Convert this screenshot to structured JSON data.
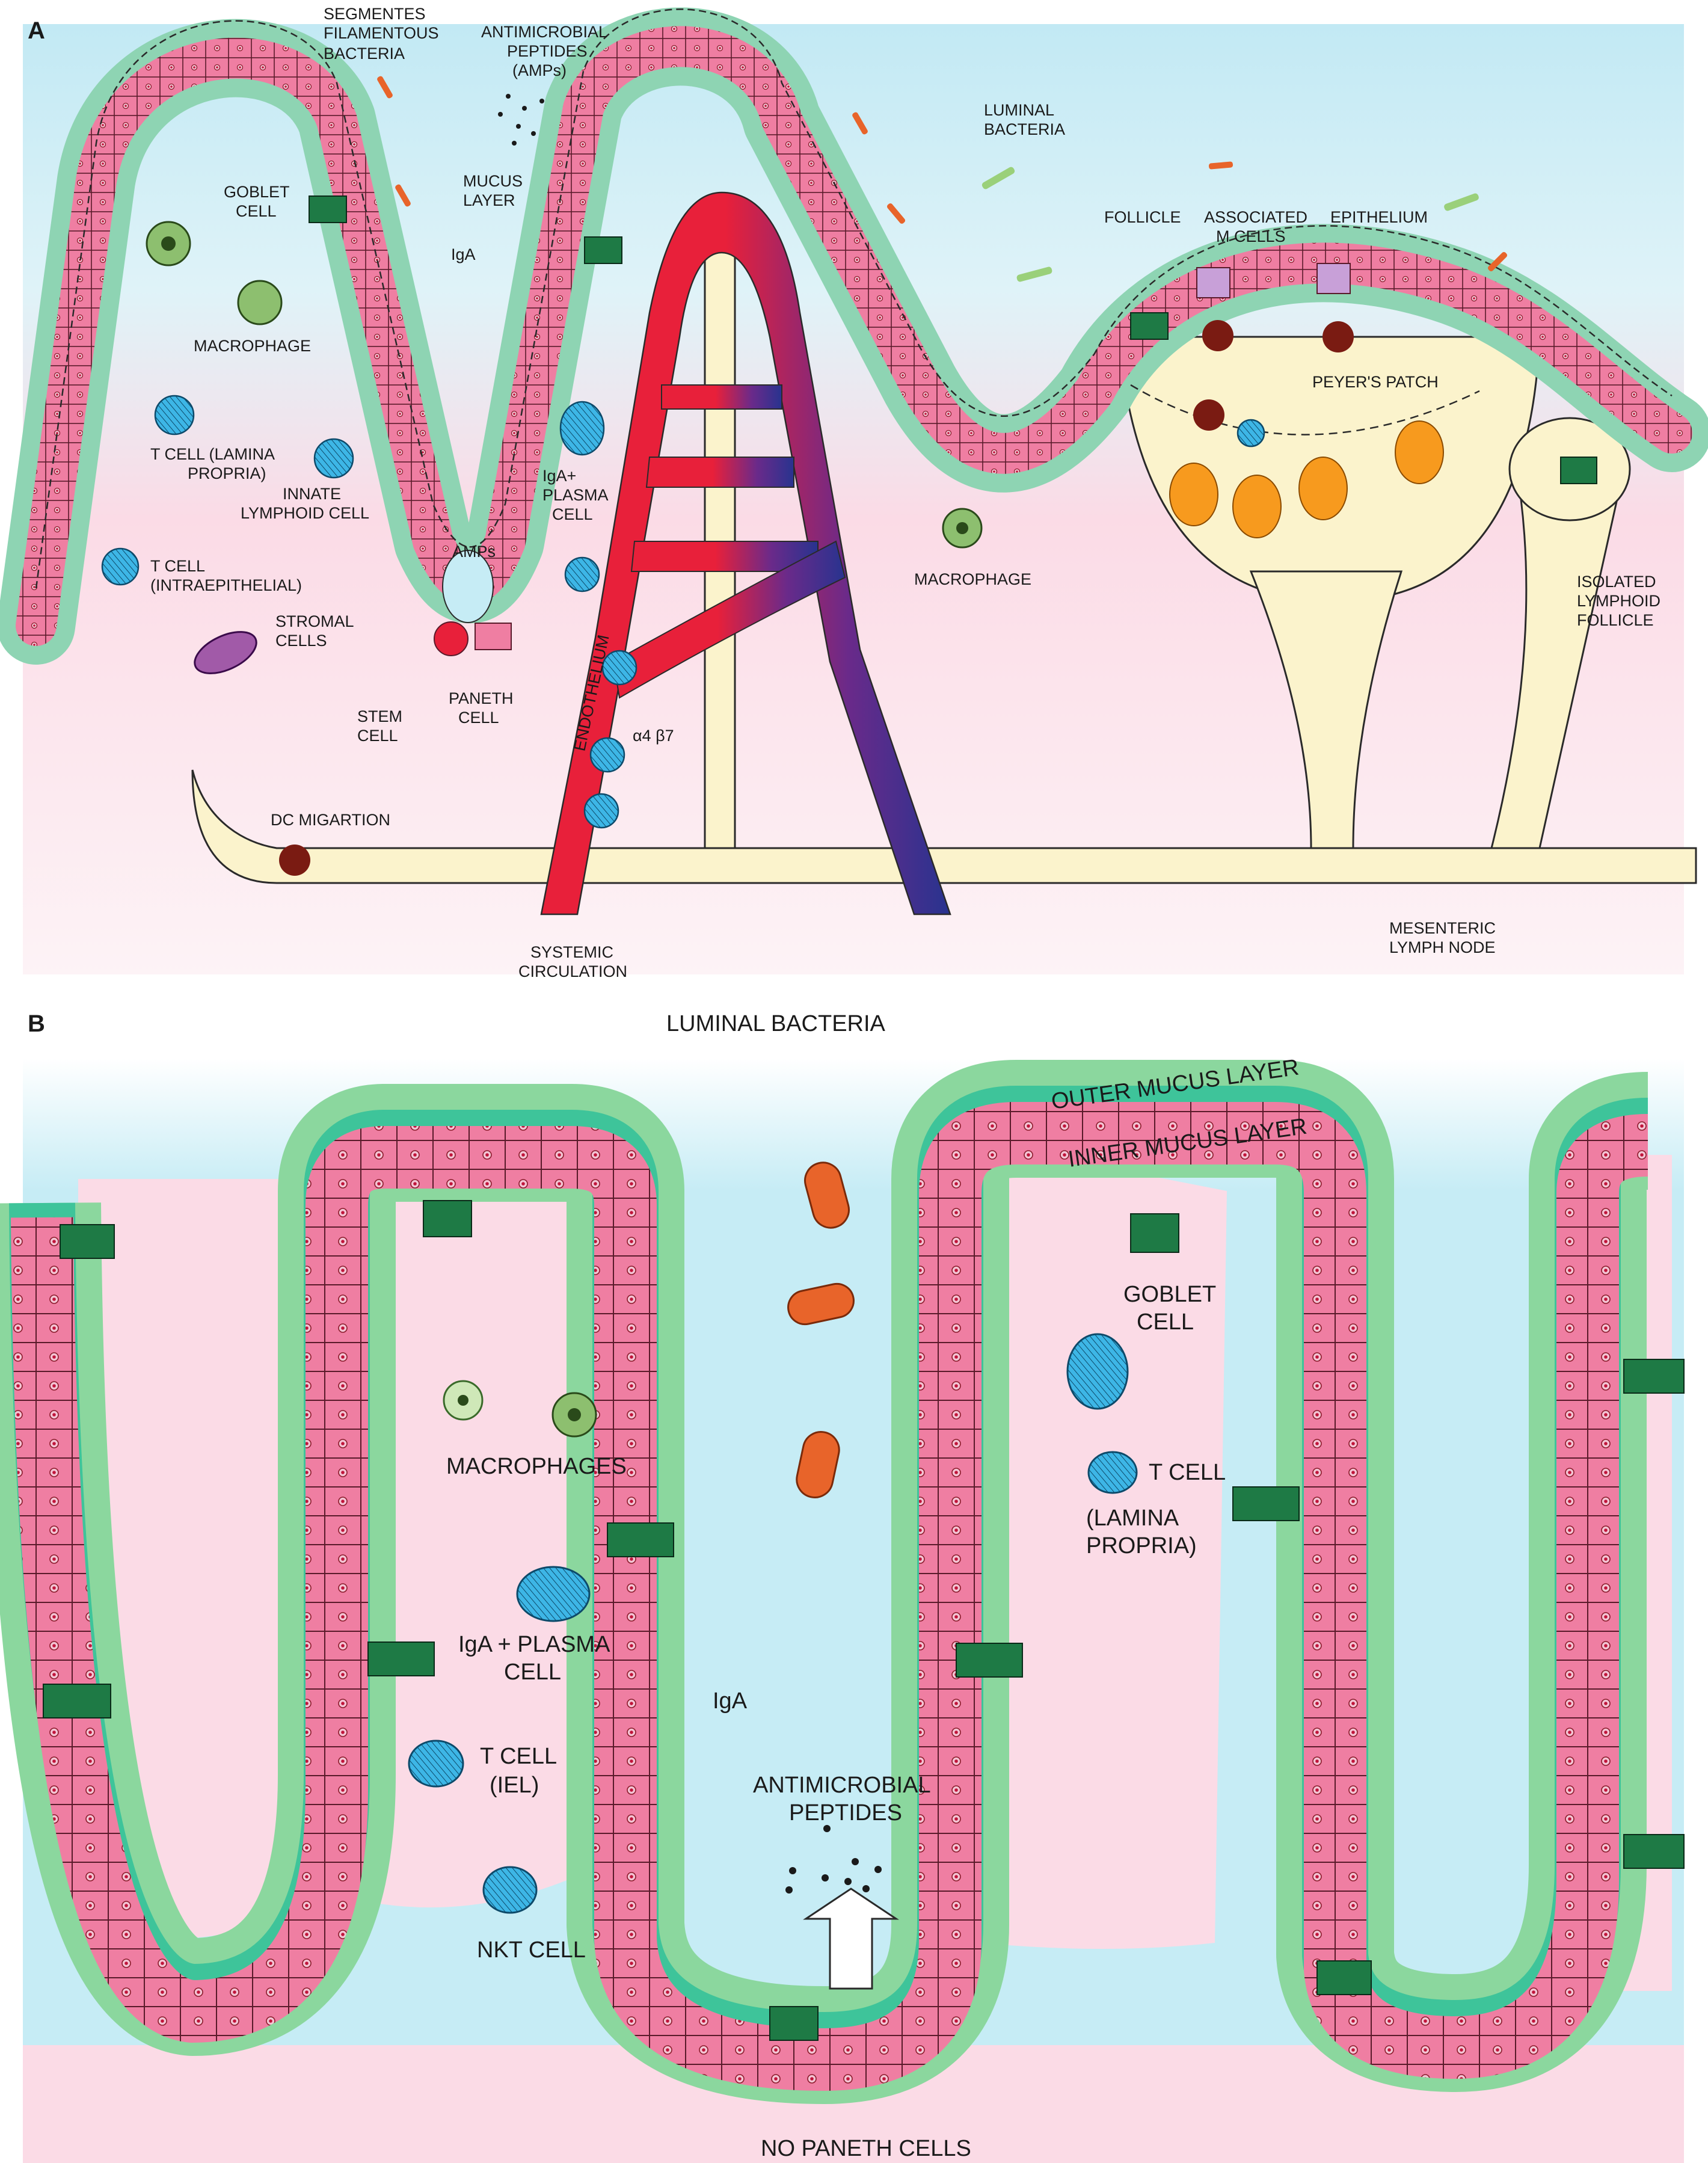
{
  "colors": {
    "lumen_blue": "#c6ecf5",
    "tissue_pink": "#fbdbe6",
    "mucus_green": "#8ed4b3",
    "inner_mucus_green": "#3ec49a",
    "outer_mucus_green": "#8bd79e",
    "enterocyte_pink": "#ef7ea2",
    "goblet_green": "#1e7a45",
    "lymph_yellow": "#fbf3cc",
    "follicle_orange": "#f79a1e",
    "artery_red": "#e8203a",
    "vein_blue": "#28338f",
    "immune_cell_blue": "#3db6e6",
    "dendritic_cell_brown": "#7a1b12",
    "macrophage_green": "#8dbf6f",
    "stromal_purple": "#a15aa8",
    "bacteria_orange": "#e8642a"
  },
  "panelA": {
    "letter": "A",
    "labels": {
      "sfb": [
        "SEGMENTES",
        "FILAMENTOUS",
        "BACTERIA"
      ],
      "amp": [
        "ANTIMICROBIAL",
        "PEPTIDES",
        "(AMPs)"
      ],
      "luminal": [
        "LUMINAL",
        "BACTERIA"
      ],
      "goblet": [
        "GOBLET",
        "CELL"
      ],
      "mucus": [
        "MUCUS",
        "LAYER"
      ],
      "iga": "IgA",
      "macrophage_left": "MACROPHAGE",
      "tcell_lp": [
        "T CELL (LAMINA",
        "PROPRIA)"
      ],
      "ilc": [
        "INNATE",
        "LYMPHOID CELL"
      ],
      "plasma": [
        "IgA+",
        "PLASMA",
        "CELL"
      ],
      "tcell_ie": [
        "T CELL",
        "(INTRAEPITHELIAL)"
      ],
      "amps_crypt": "AMPs",
      "stromal": [
        "STROMAL",
        "CELLS"
      ],
      "stem": [
        "STEM",
        "CELL"
      ],
      "paneth": [
        "PANETH",
        "CELL"
      ],
      "endothelium": "ENDOTHELIUM",
      "integrin": "α4 β7",
      "dc": "DC MIGARTION",
      "systemic": [
        "SYSTEMIC",
        "CIRCULATION"
      ],
      "follicle": "FOLLICLE",
      "associated": [
        "ASSOCIATED",
        "M CELLS"
      ],
      "epithelium": "EPITHELIUM",
      "peyers": "PEYER'S PATCH",
      "macrophage_right": "MACROPHAGE",
      "ilf": [
        "ISOLATED",
        "LYMPHOID",
        "FOLLICLE"
      ],
      "mln": [
        "MESENTERIC",
        "LYMPH NODE"
      ]
    }
  },
  "panelB": {
    "letter": "B",
    "labels": {
      "luminal": "LUMINAL BACTERIA",
      "outer_mucus": "OUTER MUCUS LAYER",
      "inner_mucus": "INNER MUCUS LAYER",
      "goblet": [
        "GOBLET",
        "CELL"
      ],
      "macrophages": "MACROPHAGES",
      "tcell_lp": [
        "T CELL",
        "(LAMINA",
        "PROPRIA)"
      ],
      "plasma": [
        "IgA + PLASMA",
        "CELL"
      ],
      "iga": "IgA",
      "tcell_iel": [
        "T CELL",
        "(IEL)"
      ],
      "amp": [
        "ANTIMICROBIAL",
        "PEPTIDES"
      ],
      "nkt": "NKT CELL",
      "no_paneth": "NO PANETH CELLS"
    }
  }
}
